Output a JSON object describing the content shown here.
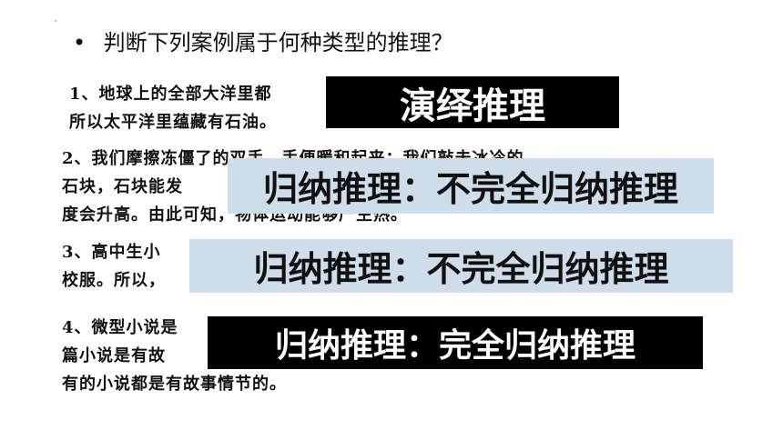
{
  "title": {
    "bullet": "•",
    "text": "判断下列案例属于何种类型的推理？"
  },
  "cases": [
    {
      "lines": [
        "1、地球上的全部大洋里都                              的大洋，",
        "所以太平洋里蕴藏有石油。"
      ],
      "answer": "演绎推理"
    },
    {
      "lines": [
        "2、我们摩擦冻僵了的双手，手便暖和起来；我们敲击冰冷的",
        "石块，石块能发",
        "度会升高。由此可知，物体运动能够产生热。"
      ],
      "answer": "归纳推理：不完全归纳推理"
    },
    {
      "lines": [
        "3、高中生小",
        "校服。所以，"
      ],
      "answer": "归纳推理：不完全归纳推理"
    },
    {
      "lines": [
        "4、微型小说是",
        "篇小说是有故",
        "有的小说都是有故事情节的。"
      ],
      "answer": "归纳推理：完全归纳推理"
    }
  ],
  "colors": {
    "dark_box": "#000000",
    "light_box": "#cfdcea"
  }
}
